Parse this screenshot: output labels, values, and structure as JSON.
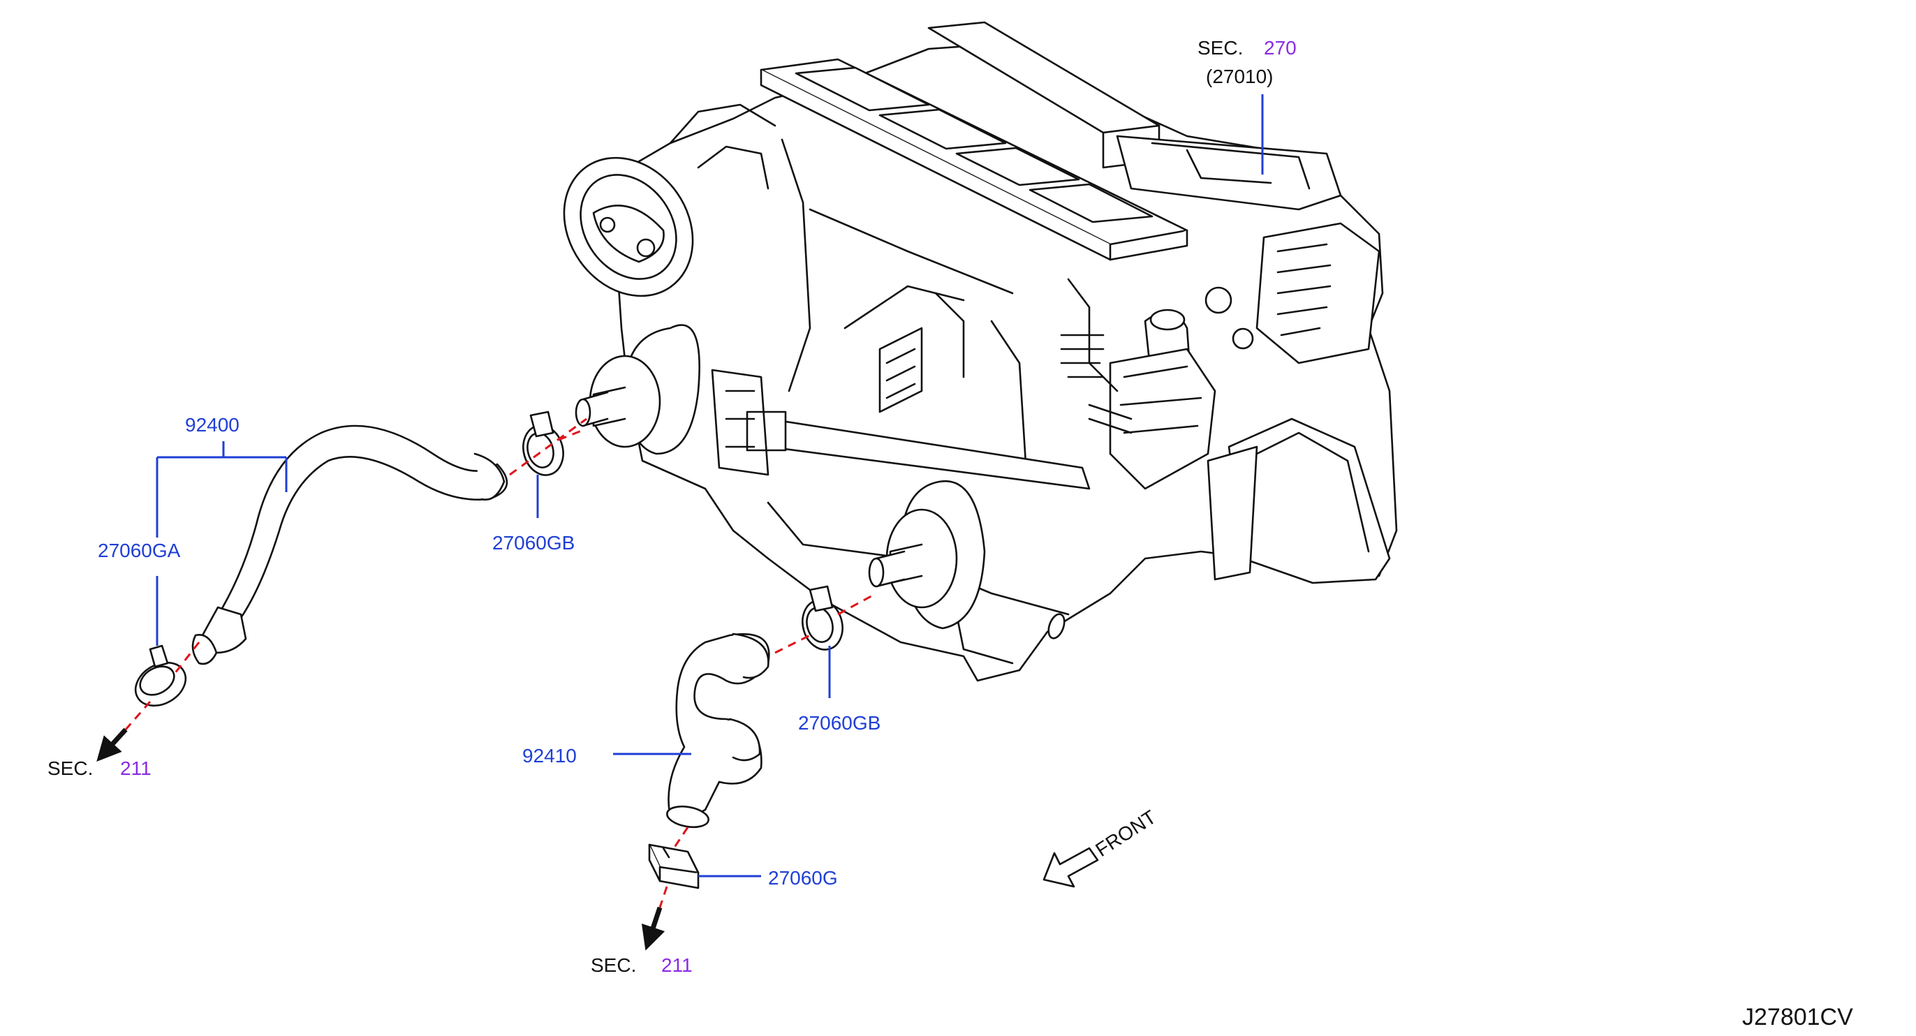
{
  "part_labels": {
    "hose_upper": "92400",
    "clamp_ga": "27060GA",
    "clamp_gb_upper": "27060GB",
    "clamp_gb_lower": "27060GB",
    "hose_lower": "92410",
    "clamp_g": "27060G"
  },
  "section_refs": {
    "heater_unit": {
      "prefix": "SEC.",
      "number": "270",
      "sub": "(27010)"
    },
    "engine_left": {
      "prefix": "SEC.",
      "number": "211"
    },
    "engine_bottom": {
      "prefix": "SEC.",
      "number": "211"
    }
  },
  "front_label": "FRONT",
  "diagram_code": "J27801CV",
  "colors": {
    "part_number": "#1f3fd6",
    "section_number": "#8a2be2",
    "connection_dash": "#e0151b",
    "linework": "#111111"
  }
}
